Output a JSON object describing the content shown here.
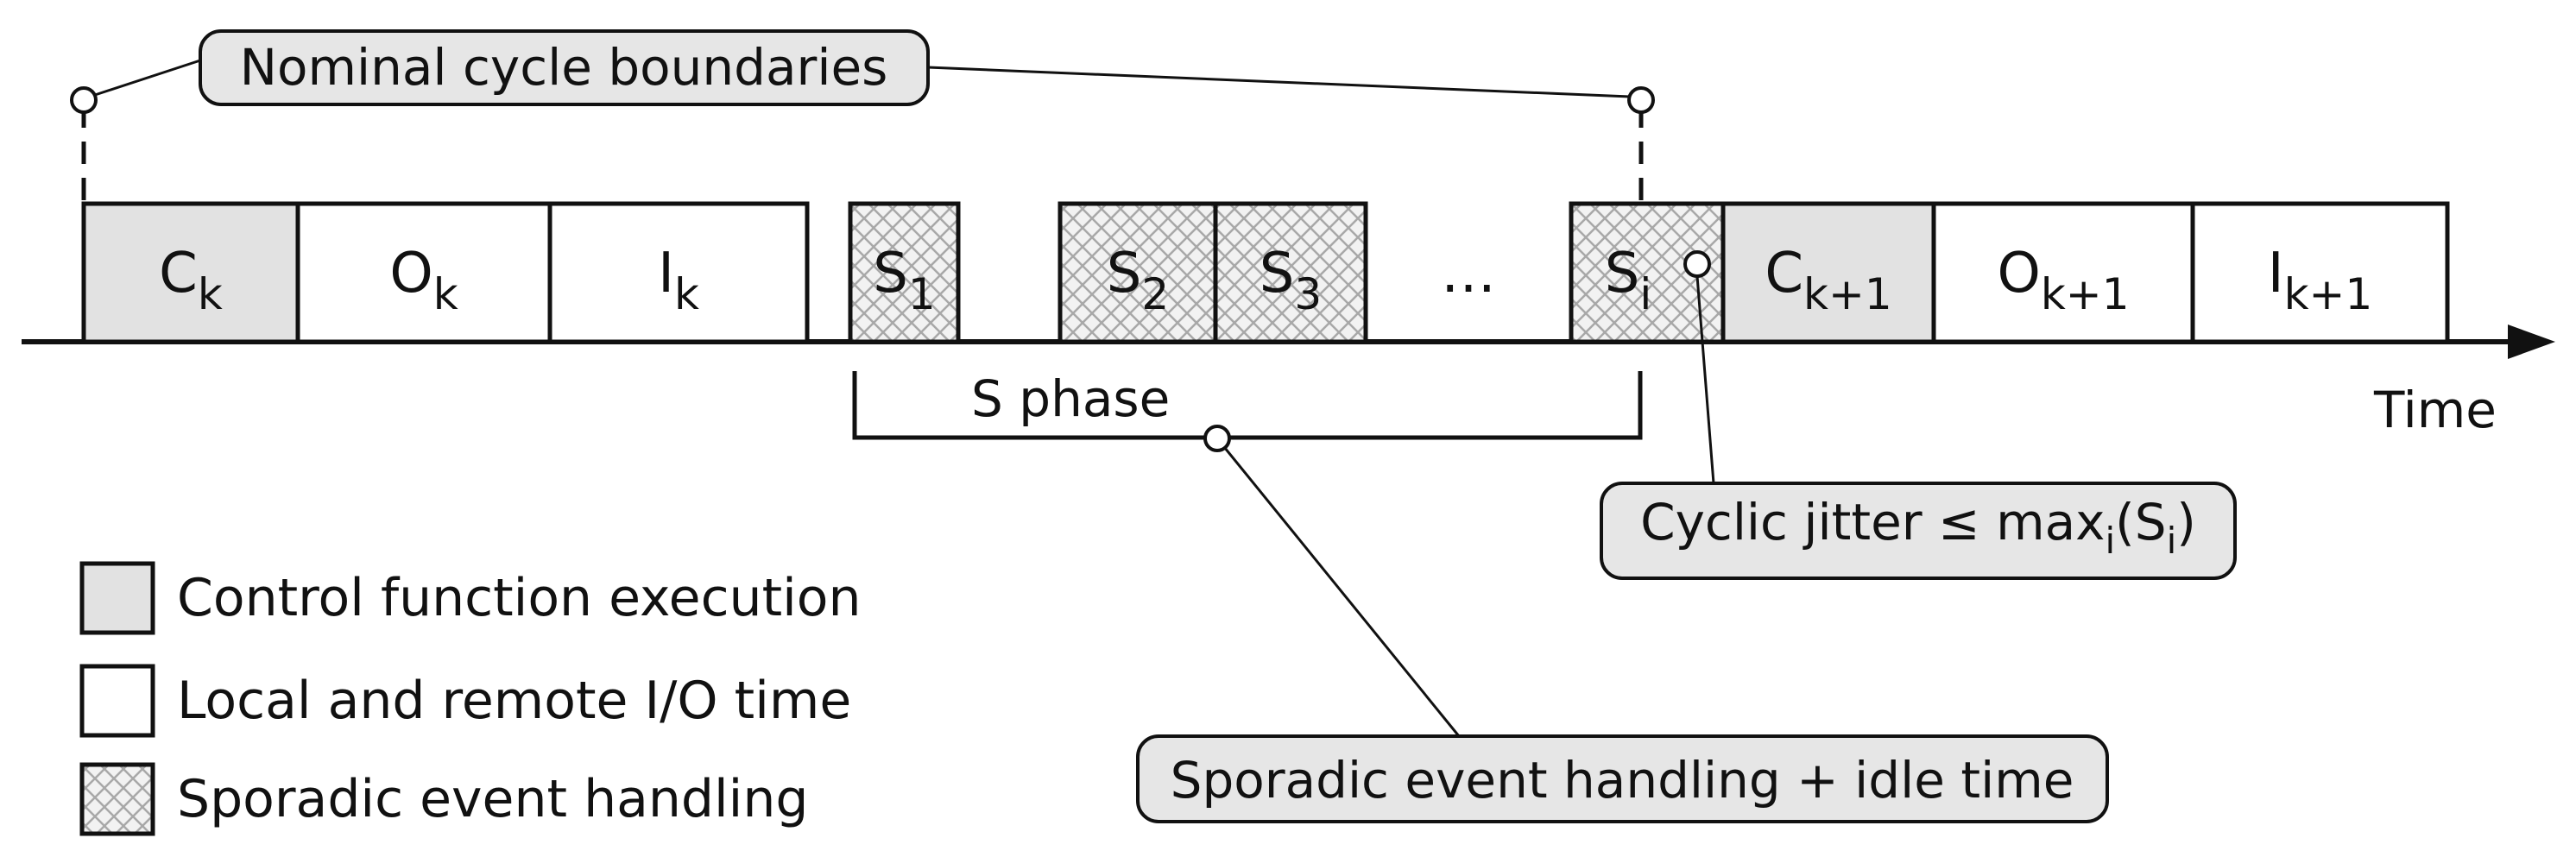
{
  "callouts": {
    "nominal": "Nominal cycle boundaries",
    "s_phase": "S phase",
    "sporadic_idle": "Sporadic event handling + idle time",
    "jitter": {
      "prefix": "Cyclic jitter ≤ max",
      "sub_i": "i",
      "open": "(S",
      "sub_i2": "i",
      "close": ")"
    }
  },
  "axis": {
    "time_label": "Time"
  },
  "slots": [
    {
      "base": "C",
      "sub": "k",
      "kind": "control"
    },
    {
      "base": "O",
      "sub": "k",
      "kind": "io"
    },
    {
      "base": "I",
      "sub": "k",
      "kind": "io"
    },
    {
      "base": "S",
      "sub": "1",
      "kind": "sporadic"
    },
    {
      "base": "S",
      "sub": "2",
      "kind": "sporadic"
    },
    {
      "base": "S",
      "sub": "3",
      "kind": "sporadic"
    },
    {
      "base": "…",
      "sub": "",
      "kind": "gap"
    },
    {
      "base": "S",
      "sub": "i",
      "kind": "sporadic"
    },
    {
      "base": "C",
      "sub": "k+1",
      "kind": "control"
    },
    {
      "base": "O",
      "sub": "k+1",
      "kind": "io"
    },
    {
      "base": "I",
      "sub": "k+1",
      "kind": "io"
    }
  ],
  "legend": [
    {
      "kind": "control",
      "label": "Control function execution"
    },
    {
      "kind": "io",
      "label": "Local and remote I/O time"
    },
    {
      "kind": "sporadic",
      "label": "Sporadic event handling"
    }
  ],
  "colors": {
    "control": "#e2e2e2",
    "io": "#ffffff",
    "sporadic_bg": "#f2f2f2",
    "sporadic_hatch": "#a8a8a8",
    "stroke": "#111111"
  }
}
